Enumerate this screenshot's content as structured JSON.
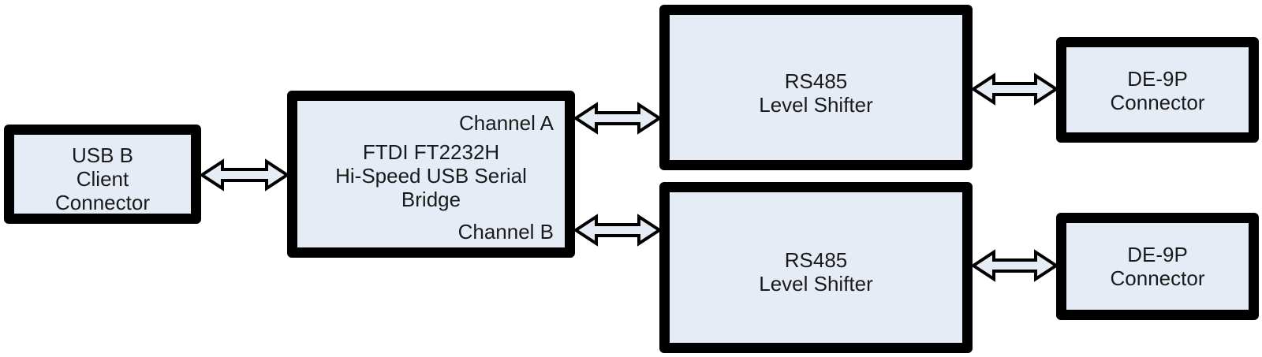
{
  "diagram": {
    "type": "block-diagram",
    "colors": {
      "box_fill": "#e6ecf6",
      "box_border": "#000000",
      "text": "#1a1a1a",
      "background": "#ffffff"
    },
    "blocks": {
      "usb": {
        "lines": [
          "USB B",
          "Client",
          "Connector"
        ]
      },
      "ftdi": {
        "lines": [
          "FTDI FT2232H",
          "Hi-Speed USB Serial",
          "Bridge"
        ],
        "ports": {
          "a": "Channel A",
          "b": "Channel B"
        }
      },
      "rs485_a": {
        "lines": [
          "RS485",
          "Level Shifter"
        ]
      },
      "rs485_b": {
        "lines": [
          "RS485",
          "Level Shifter"
        ]
      },
      "de9p_a": {
        "lines": [
          "DE-9P",
          "Connector"
        ]
      },
      "de9p_b": {
        "lines": [
          "DE-9P",
          "Connector"
        ]
      }
    },
    "connections": [
      {
        "from": "usb",
        "to": "ftdi",
        "type": "bidirectional"
      },
      {
        "from": "ftdi.Channel A",
        "to": "rs485_a",
        "type": "bidirectional"
      },
      {
        "from": "ftdi.Channel B",
        "to": "rs485_b",
        "type": "bidirectional"
      },
      {
        "from": "rs485_a",
        "to": "de9p_a",
        "type": "bidirectional"
      },
      {
        "from": "rs485_b",
        "to": "de9p_b",
        "type": "bidirectional"
      }
    ]
  }
}
